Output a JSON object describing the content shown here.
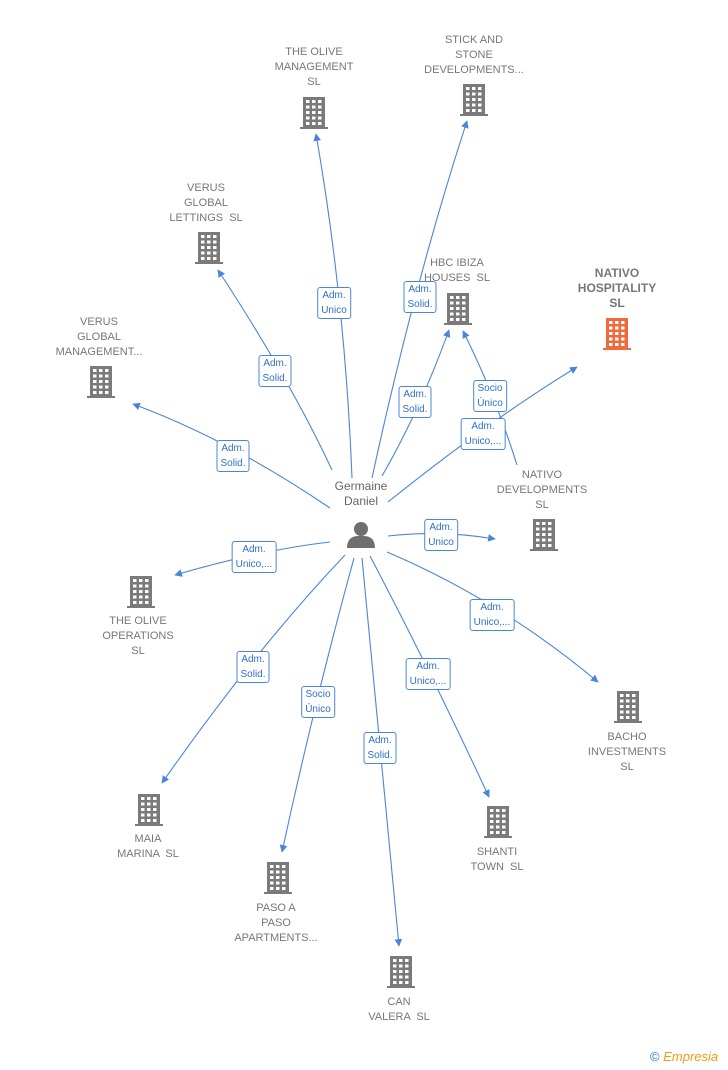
{
  "colors": {
    "edge": "#4a86d8",
    "node": "#7a7a7a",
    "focus": "#f06a3a"
  },
  "center": {
    "label": "Germaine\nDaniel",
    "icon": "person-icon"
  },
  "nodes": [
    {
      "id": "olive-mgmt",
      "label": "THE OLIVE\nMANAGEMENT\nSL",
      "role": "Adm.\nUnico",
      "focus": false
    },
    {
      "id": "stick-stone",
      "label": "STICK AND\nSTONE\nDEVELOPMENTS...",
      "role": "Adm.\nSolid.",
      "focus": false
    },
    {
      "id": "verus-lettings",
      "label": "VERUS\nGLOBAL\nLETTINGS  SL",
      "role": "Adm.\nSolid.",
      "focus": false
    },
    {
      "id": "hbc-ibiza",
      "label": "HBC IBIZA\nHOUSES  SL",
      "role": "Adm.\nSolid.",
      "focus": false
    },
    {
      "id": "nativo-hosp",
      "label": "NATIVO\nHOSPITALITY\nSL",
      "role": "Adm.\nUnico,...",
      "focus": true
    },
    {
      "id": "verus-mgmt",
      "label": "VERUS\nGLOBAL\nMANAGEMENT...",
      "role": "Adm.\nSolid.",
      "focus": false
    },
    {
      "id": "nativo-dev",
      "label": "NATIVO\nDEVELOPMENTS\nSL",
      "role": "Adm.\nUnico",
      "focus": false
    },
    {
      "id": "olive-ops",
      "label": "THE OLIVE\nOPERATIONS\nSL",
      "role": "Adm.\nUnico,...",
      "focus": false
    },
    {
      "id": "bacho",
      "label": "BACHO\nINVESTMENTS\nSL",
      "role": "Adm.\nUnico,...",
      "focus": false
    },
    {
      "id": "maia",
      "label": "MAIA\nMARINA  SL",
      "role": "Adm.\nSolid.",
      "focus": false
    },
    {
      "id": "paso",
      "label": "PASO A\nPASO\nAPARTMENTS...",
      "role": "Socio\nÚnico",
      "focus": false
    },
    {
      "id": "can-valera",
      "label": "CAN\nVALERA  SL",
      "role": "Adm.\nSolid.",
      "focus": false
    },
    {
      "id": "shanti",
      "label": "SHANTI\nTOWN  SL",
      "role": "Adm.\nUnico,...",
      "focus": false
    }
  ],
  "extra_edges": [
    {
      "from": "nativo-dev",
      "to": "hbc-ibiza",
      "role": "Socio\nÚnico"
    }
  ],
  "footer": {
    "copyright": "©",
    "brand": "Empresia"
  }
}
